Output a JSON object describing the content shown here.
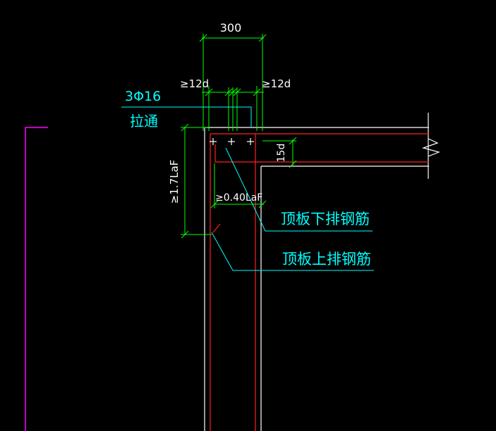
{
  "colors": {
    "background": "#000000",
    "concrete_outline": "#ffffff",
    "rebar": "#ff2020",
    "dimension": "#00ff00",
    "leader": "#00ffff",
    "text": "#00ffff",
    "dim_text": "#ffffff",
    "adjacent_wall": "#ff00ff"
  },
  "labels": {
    "dim_width": "300",
    "dim_left_anchor": "≥12d",
    "dim_right_anchor": "≥12d",
    "bar_spec": "3Φ16",
    "bar_spec_note": "拉通",
    "dim_vertical": "≥1.7LaF",
    "dim_hook": "15d",
    "dim_horizontal": "≥0.40LaF",
    "slab_bottom_bars": "顶板下排钢筋",
    "slab_top_bars": "顶板上排钢筋"
  }
}
